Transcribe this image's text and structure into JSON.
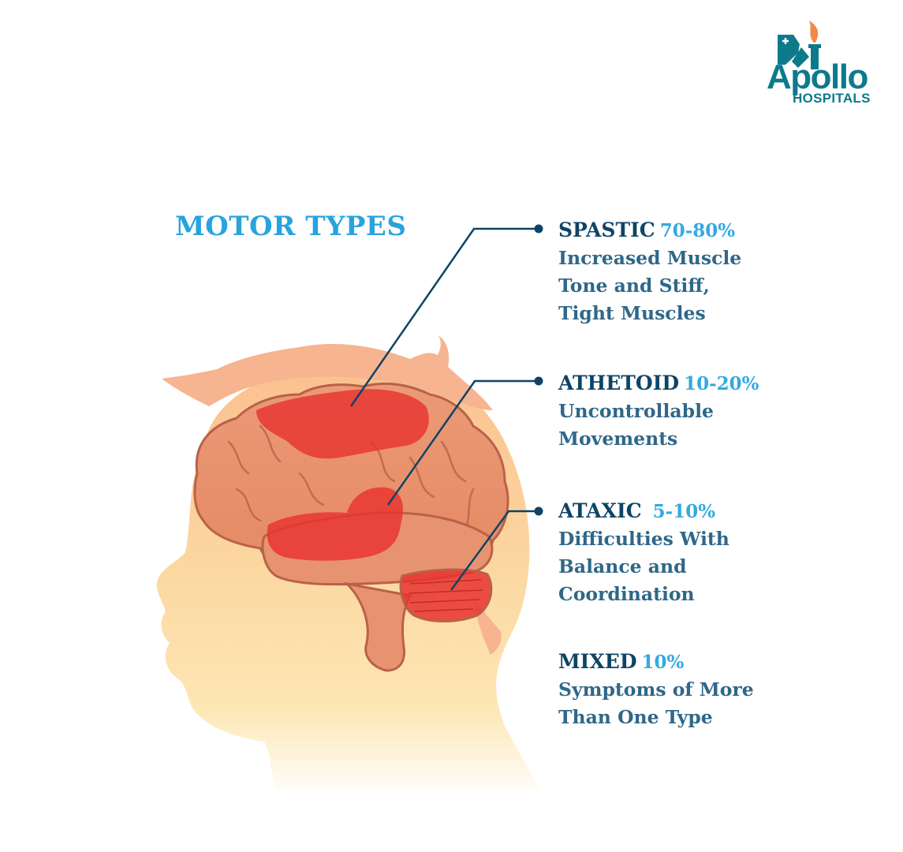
{
  "logo": {
    "brand": "Apollo",
    "subtitle": "HOSPITALS",
    "colors": {
      "primary": "#0d7a8c",
      "flame": "#f08a4b"
    }
  },
  "title": "MOTOR TYPES",
  "illustration": {
    "subject": "child head silhouette with brain",
    "colors": {
      "hair": "#f7b490",
      "head_top": "#fccb95",
      "head_bottom": "#fdf1d6",
      "brain": "#e9906b",
      "brain_outline": "#b9614a",
      "highlight": "#e8332f",
      "leader_line": "#0e4466"
    }
  },
  "types": [
    {
      "name": "SPASTIC",
      "percent": "70-80%",
      "description": "Increased Muscle\nTone and Stiff,\nTight Muscles"
    },
    {
      "name": "ATHETOID",
      "percent": "10-20%",
      "description": "Uncontrollable\nMovements"
    },
    {
      "name": "ATAXIC",
      "percent": "5-10%",
      "description": "Difficulties With\nBalance and\nCoordination"
    },
    {
      "name": "MIXED",
      "percent": "10%",
      "description": "Symptoms of More\nThan One Type"
    }
  ]
}
